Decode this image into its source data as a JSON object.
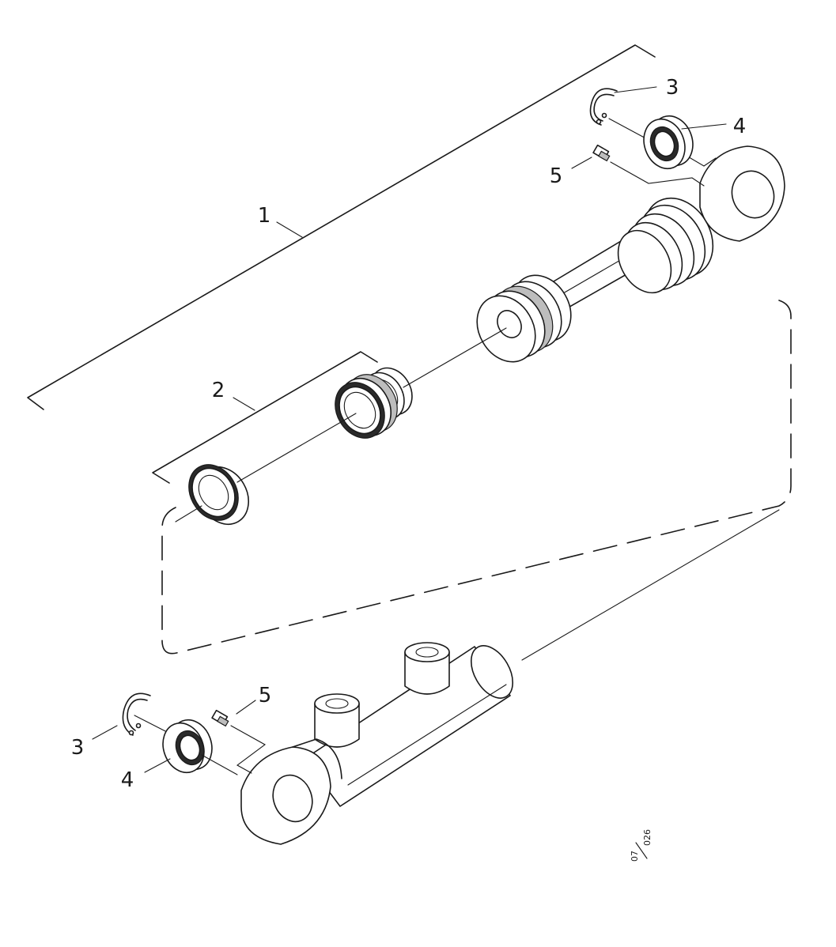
{
  "diagram": {
    "callouts": {
      "assembly": "1",
      "seal_kit": "2",
      "circlip_top": "3",
      "bearing_top": "4",
      "grease_nipple_top": "5",
      "circlip_bottom": "3",
      "bearing_bottom": "4",
      "grease_nipple_bottom": "5"
    },
    "drawing_number": {
      "top": "07",
      "bottom": "026"
    }
  }
}
